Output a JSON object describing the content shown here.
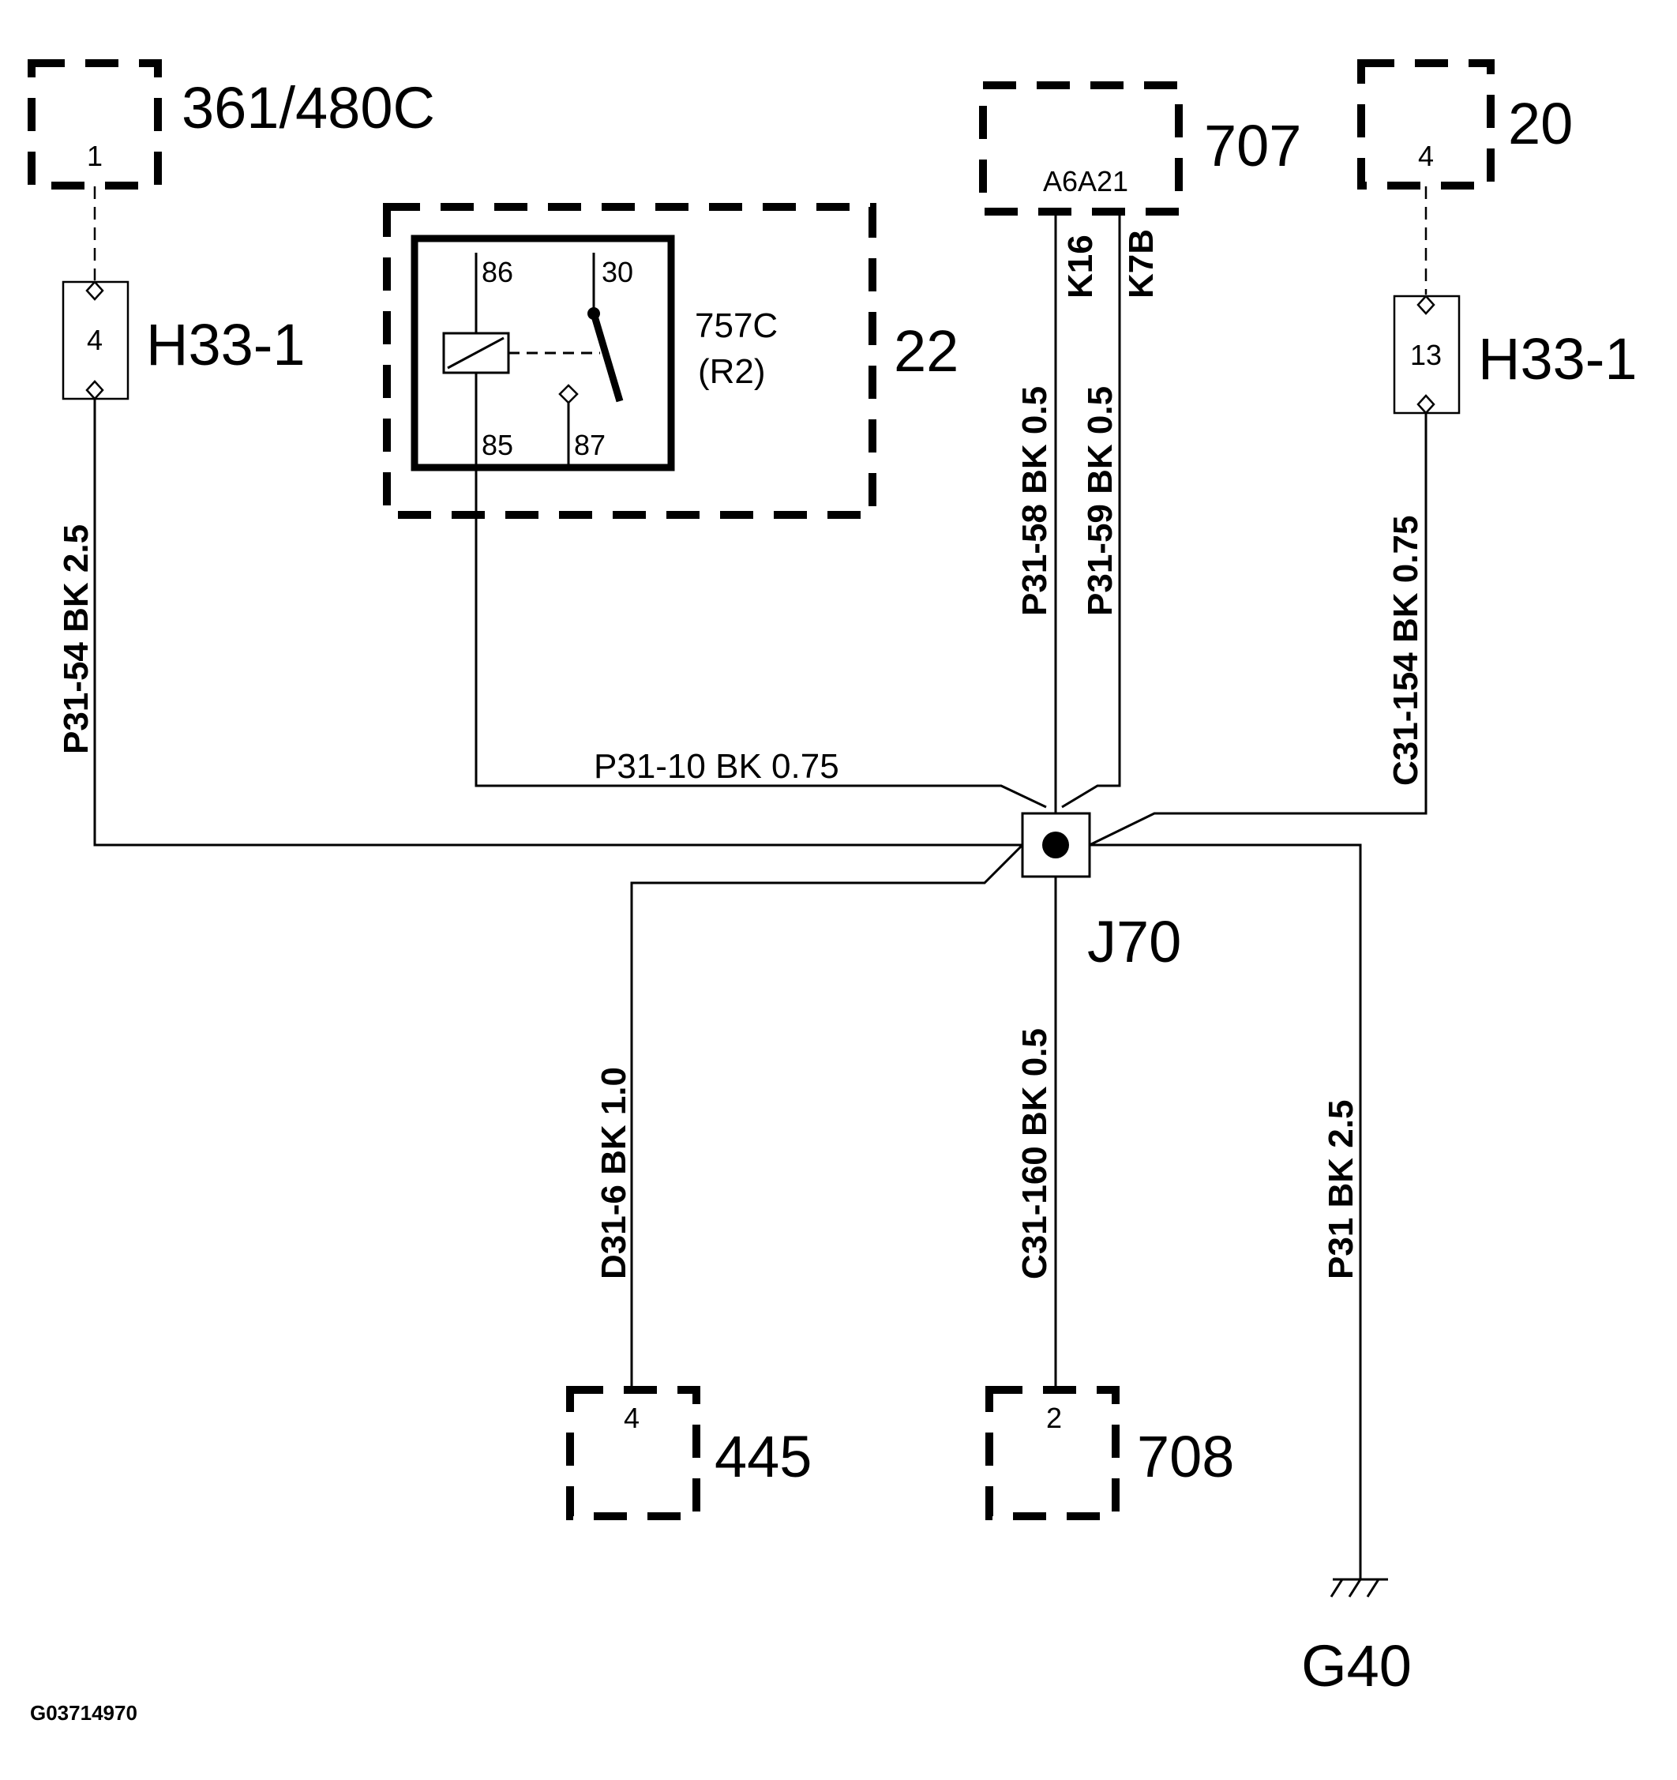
{
  "components": {
    "c361": {
      "id": "361/480C",
      "pin": "1"
    },
    "h33_left": {
      "id": "H33-1",
      "pin": "4"
    },
    "relay": {
      "id": "22",
      "name": "757C",
      "sub": "(R2)",
      "pin86": "86",
      "pin30": "30",
      "pin85": "85",
      "pin87": "87"
    },
    "c707": {
      "id": "707",
      "pins": "A6A21",
      "wire_k16": "K16",
      "wire_k7b": "K7B"
    },
    "c20": {
      "id": "20",
      "pin": "4"
    },
    "h33_right": {
      "id": "H33-1",
      "pin": "13"
    },
    "splice": {
      "id": "J70"
    },
    "c445": {
      "id": "445",
      "pin": "4"
    },
    "c708": {
      "id": "708",
      "pin": "2"
    },
    "ground": {
      "id": "G40"
    }
  },
  "wires": {
    "p31_54": "P31-54  BK  2.5",
    "p31_10": "P31-10   BK   0.75",
    "p31_58": "P31-58  BK  0.5",
    "p31_59": "P31-59  BK  0.5",
    "c31_154": "C31-154  BK  0.75",
    "d31_6": "D31-6  BK  1.0",
    "c31_160": "C31-160  BK  0.5",
    "p31": "P31  BK  2.5"
  },
  "figure_id": "G03714970"
}
